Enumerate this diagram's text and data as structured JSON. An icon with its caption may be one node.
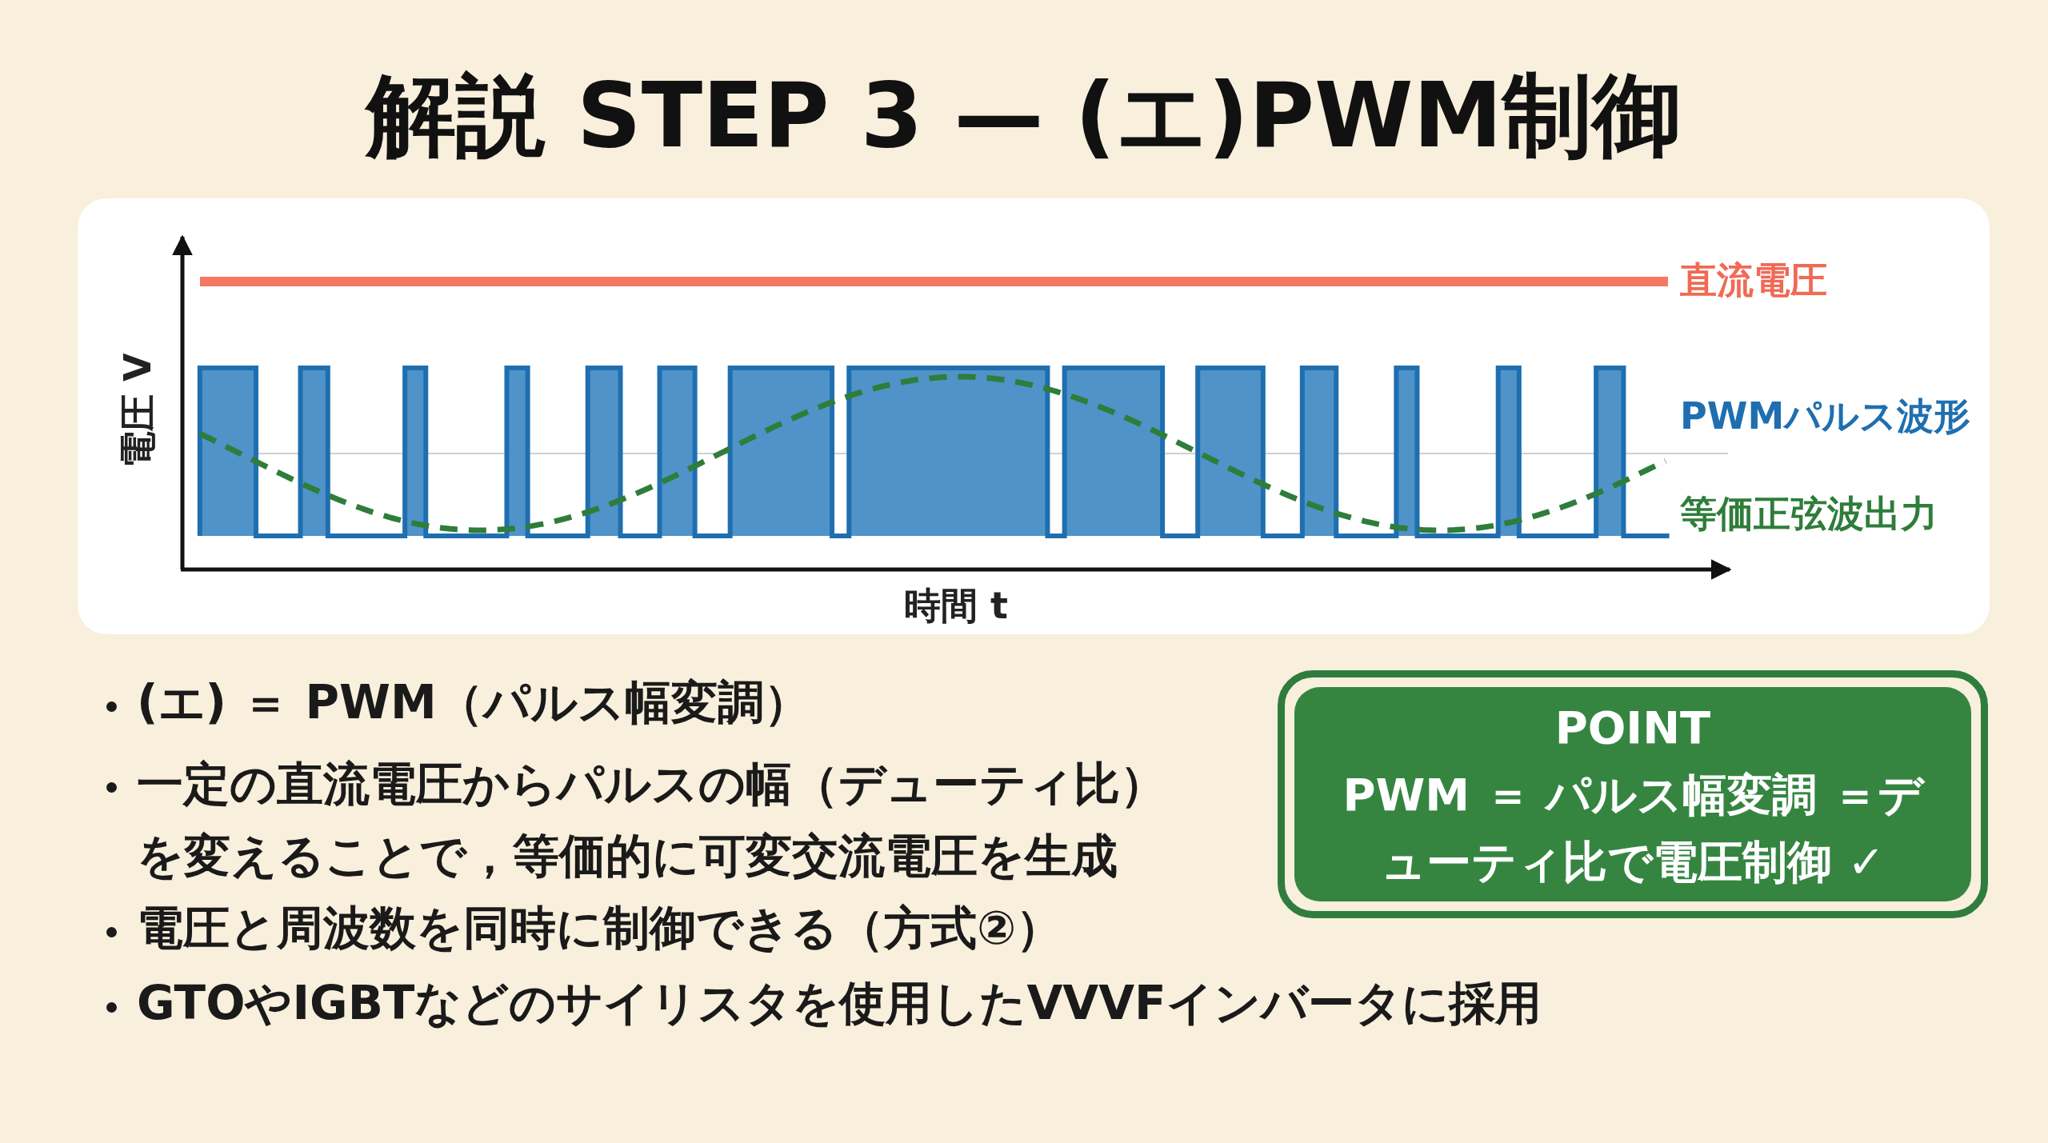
{
  "diagram": {
    "title": "解説 STEP 3 — (エ)PWM制御",
    "nodes": [
      {
        "text": [
          "POINT",
          "PWM ＝ パルス幅変調 ＝デューティ比で電圧制御 ✓"
        ]
      }
    ],
    "labels": [
      "直流電圧",
      "電圧 V",
      "PWMパルス波形",
      "等価正弦波出力",
      "時間 t",
      "(エ) ＝ PWM（パルス幅変調）",
      "一定の直流電圧からパルスの幅（デューティ比）を変えることで，等価的に可変交流電圧を生成",
      "電圧と周波数を同時に制御できる（方式②）",
      "GTOやIGBTなどのサイリスタを使用したVVVFインバータに採用"
    ]
  }
}
